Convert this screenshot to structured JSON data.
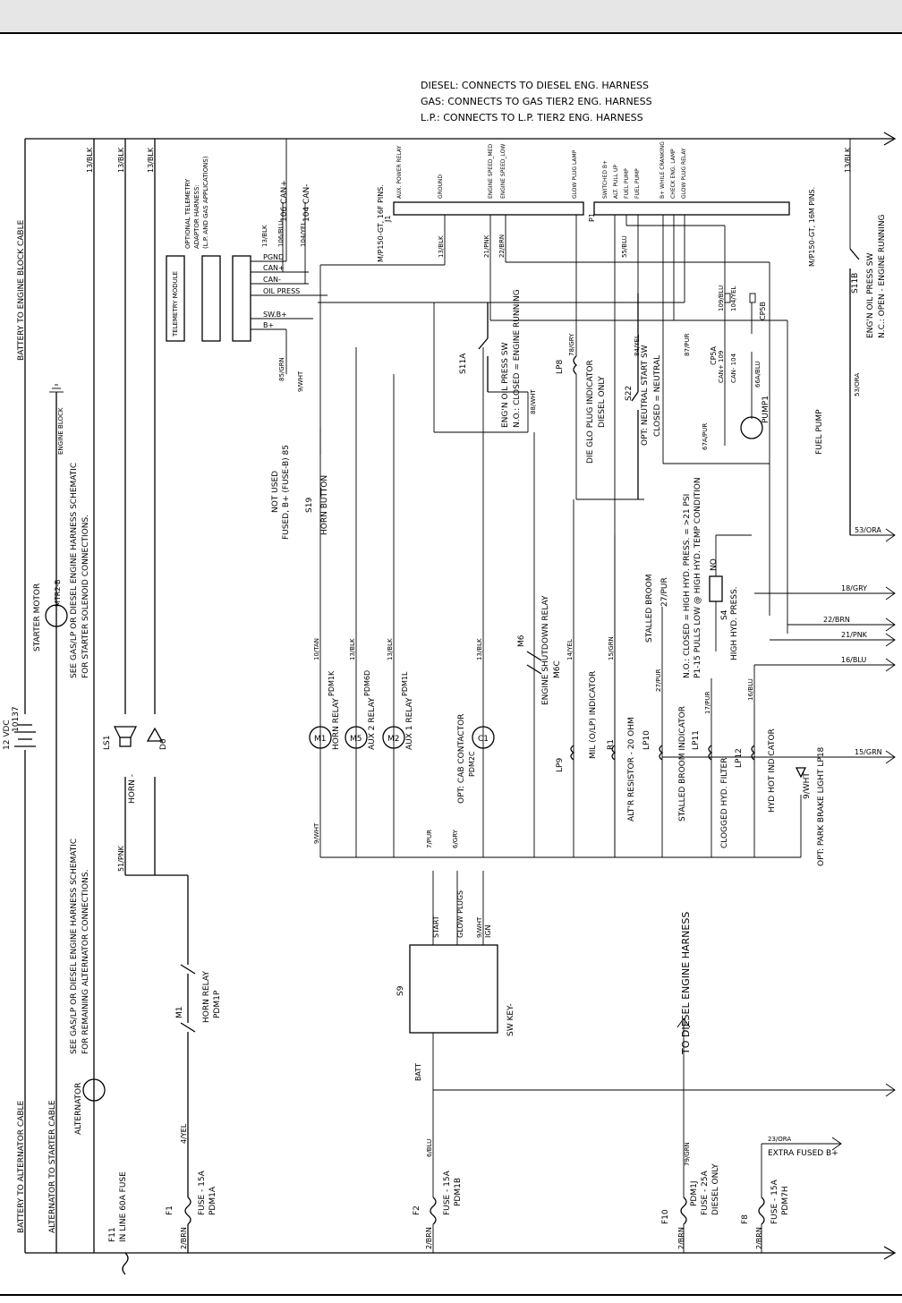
{
  "harness_notes": [
    "DIESEL: CONNECTS TO DIESEL ENG. HARNESS",
    "GAS: CONNECTS TO GAS TIER2 ENG. HARNESS",
    "L.P.: CONNECTS TO L.P. TIER2 ENG. HARNESS"
  ],
  "bus_wires": [
    "13/BLK",
    "13/BLK",
    "13/BLK",
    "13/BLK",
    "2/BRN",
    "2/BRN",
    "2/BRN",
    "2/BRN"
  ],
  "cables": [
    "BATTERY TO ENGINE BLOCK CABLE",
    "BATTERY TO ALTERNATOR CABLE",
    "ALTERNATOR TO STARTER CABLE"
  ],
  "battery": {
    "label": "12 VDC",
    "number": "10137"
  },
  "engine_block": "ENGINE BLOCK",
  "starter": {
    "title": "STARTER MOTOR",
    "id": "MTR2-B",
    "note1": "SEE GAS/LP OR DIESEL ENGINE HARNESS SCHEMATIC",
    "note2": "FOR STARTER SOLENOID CONNECTIONS."
  },
  "alternator": {
    "title": "ALTERNATOR",
    "note1": "SEE GAS/LP OR DIESEL ENGINE HARNESS SCHEMATIC",
    "note2": "FOR REMAINING ALTERNATOR CONNECTIONS."
  },
  "horn": {
    "id": "LS1",
    "label": "HORN -",
    "diode": "D6",
    "wire": "51/PNK"
  },
  "telemetry": {
    "module": "TELEMETRY MODULE",
    "harness_note": [
      "OPTIONAL TELEMETRY",
      "ADAPTOR HARNESS:",
      "(L.P. AND GAS APPLICATIONS)"
    ],
    "pin_labels": [
      "PGND",
      "CAN+",
      "CAN-",
      "OIL PRESS",
      "SW.B+",
      "B+"
    ],
    "wires": [
      "106 CAN+",
      "104 CAN-",
      "106/BLU",
      "104/YEL",
      "13/BLK",
      "85/GRN",
      "9/WHT"
    ],
    "not_used": "NOT USED",
    "fused": "FUSED, B+ (FUSE-B) 85"
  },
  "j1": {
    "id": "J1",
    "spec": "M/P150-GT, 16F PINS.",
    "pins": [
      "AUX. POWER RELAY",
      "GROUND",
      "ENGINE SPEED_MED",
      "ENGINE SPEED_LOW",
      "GLOW PLUG LAMP"
    ],
    "wires": [
      "13/BLK",
      "21/PNK",
      "22/BRN",
      "78/GRY"
    ]
  },
  "p1": {
    "id": "P1",
    "spec": "M/P150-GT, 16M PINS.",
    "pins": [
      "SWITCHED B+",
      "ALT. PULL UP",
      "FUEL PUMP",
      "FUEL PUMP",
      "B+ WHILE CRANKING",
      "CHECK ENG. LAMP",
      "GLOW PLUG RELAY"
    ],
    "wires": [
      "55/BLU",
      "84/YEL",
      "87/PUR",
      "13/BLK",
      "53/ORA"
    ]
  },
  "s11a": {
    "id": "S11A",
    "label": "ENG'N OIL PRESS SW",
    "state": "N.O.: CLOSED = ENGINE RUNNING",
    "wire": "88/WHT"
  },
  "s11b": {
    "id": "S11B",
    "label": "ENG'N OIL PRESS SW",
    "state": "N.C.: OPEN - ENGINE RUNNING"
  },
  "lp8": {
    "id": "LP8",
    "label": "DIE GLO PLUG INDICATOR",
    "sub": "DIESEL ONLY"
  },
  "s22": {
    "id": "S22",
    "label": "OPT: NEUTRAL START SW",
    "state": "CLOSED = NEUTRAL"
  },
  "cp5": {
    "a": "CP5A",
    "b": "CP5B",
    "can_hi": "CAN+ 109",
    "can_lo": "CAN- 104",
    "w1": "109/BLU",
    "w2": "104/YEL",
    "w3": "66A/BLU",
    "w4": "67A/PUR"
  },
  "pump": {
    "id": "PUMP1",
    "label": "FUEL PUMP"
  },
  "s19": {
    "id": "S19",
    "label": "HORN BUTTON"
  },
  "relays": [
    {
      "coil": "M1",
      "label": "HORN RELAY",
      "pdm": "PDM1K",
      "wire": "10/TAN"
    },
    {
      "coil": "M5",
      "label": "AUX 2 RELAY",
      "pdm": "PDM6D",
      "wire": "13/BLK"
    },
    {
      "coil": "M2",
      "label": "AUX 1 RELAY",
      "pdm": "PDM1L",
      "wire": "13/BLK"
    },
    {
      "coil": "C1",
      "label": "OPT: CAB CONTACTOR",
      "pdm": "PDM2C",
      "wire": "13/BLK"
    }
  ],
  "m6": {
    "id": "M6",
    "label": "ENGINE SHUTDOWN RELAY",
    "pdm": "M6C"
  },
  "indicators": [
    {
      "id": "LP9",
      "label": "MIL (O/LP) INDICATOR",
      "wire": "14/YEL"
    },
    {
      "id": "R1",
      "label": "ALT'R RESISTOR - 20 OHM",
      "wire": "15/GRN"
    },
    {
      "id": "LP10",
      "label": "STALLED BROOM INDICATOR",
      "wire": "27/PUR"
    },
    {
      "id": "LP11",
      "label": "CLOGGED HYD. FILTER",
      "wire": "17/PUR"
    },
    {
      "id": "LP12",
      "label": "HYD HOT INDICATOR",
      "wire": "16/BLU"
    }
  ],
  "stalled_broom": {
    "label": "STALLED BROOM",
    "wire": "27/PUR"
  },
  "s4": {
    "id": "S4",
    "label": "HIGH HYD. PRESS.",
    "no": "NO",
    "note1": "N.O.: CLOSED = HIGH HYD. PRESS. = >21 PSI",
    "note2": "P1-15 PULLS LOW @ HIGH HYD. TEMP CONDITION"
  },
  "lp18": {
    "label": "OPT: PARK BRAKE LIGHT LP18",
    "wire": "9/WHT"
  },
  "right_exits": [
    "53/ORA",
    "18/GRY",
    "22/BRN",
    "21/PNK",
    "16/BLU",
    "15/GRN"
  ],
  "ground_wires": [
    "9/WHT",
    "7/PUR",
    "6/GRY"
  ],
  "key_switch": {
    "id": "S9",
    "label": "SW KEY-",
    "pins": [
      "START",
      "GLOW PLUGS",
      "IGN",
      "BATT"
    ],
    "wires": [
      "9/WHT",
      "6/BLU"
    ]
  },
  "diesel_harness": "TO DIESEL ENGINE HARNESS",
  "horn_relay_m1": {
    "id": "M1",
    "label": "HORN RELAY",
    "pdm": "PDM1P",
    "wire": "4/YEL"
  },
  "fuses": [
    {
      "id": "F11",
      "label": "IN LINE 60A FUSE"
    },
    {
      "id": "F1",
      "label": "FUSE - 15A",
      "pdm": "PDM1A"
    },
    {
      "id": "F2",
      "label": "FUSE - 15A",
      "pdm": "PDM1B"
    },
    {
      "id": "F10",
      "label": "FUSE - 25A",
      "pdm": "PDM1J",
      "sub": "DIESEL ONLY",
      "wire": "79/GRN"
    },
    {
      "id": "F8",
      "label": "FUSE - 15A",
      "pdm": "PDM7H"
    }
  ],
  "extra_fused": {
    "label": "EXTRA FUSED B+",
    "wire": "23/ORA"
  }
}
